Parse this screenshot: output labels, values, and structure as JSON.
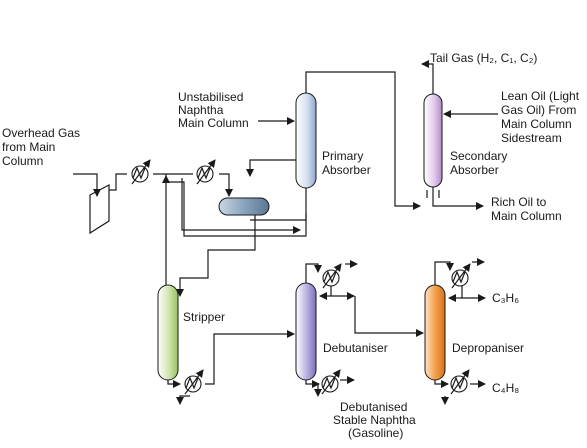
{
  "labels": {
    "overhead_gas": [
      "Overhead Gas",
      "from Main",
      "Column"
    ],
    "unstabilised": [
      "Unstabilised",
      "Naphtha",
      "Main Column"
    ],
    "primary_absorber": [
      "Primary",
      "Absorber"
    ],
    "tail_gas": "Tail Gas (H₂, C₁, C₂)",
    "lean_oil": [
      "Lean Oil (Light",
      "Gas Oil) From",
      "Main Column",
      "Sidestream"
    ],
    "secondary_absorber": [
      "Secondary",
      "Absorber"
    ],
    "rich_oil": [
      "Rich Oil to",
      "Main Column"
    ],
    "stripper": "Stripper",
    "debutaniser": "Debutaniser",
    "depropaniser": "Depropaniser",
    "c3h6": "C₃H₆",
    "c4h8": "C₄H₈",
    "debutanised": [
      "Debutanised",
      "Stable Naphtha",
      "(Gasoline)"
    ]
  },
  "colors": {
    "primary_absorber": "#a9b9d9",
    "secondary_absorber": "#c9a6d9",
    "flash_drum": "#7f9bb5",
    "stripper": "#b5d68c",
    "debutaniser": "#9c93cf",
    "depropaniser": "#ef8d32"
  },
  "icons": [
    "compressor-icon",
    "heat-exchanger-icon",
    "arrow-icon"
  ]
}
